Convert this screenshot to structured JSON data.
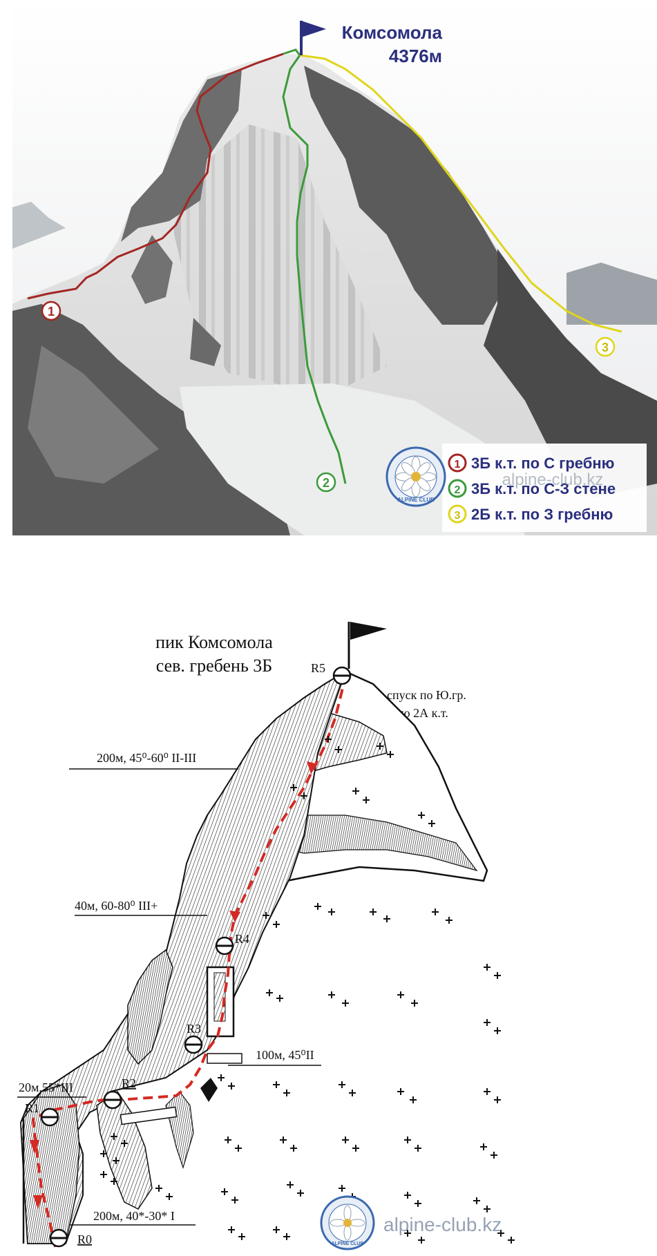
{
  "photo": {
    "peak_name": "Комсомола",
    "peak_height": "4376м",
    "route_markers": [
      "1",
      "2",
      "3"
    ],
    "legend": [
      {
        "num": "1",
        "label": "3Б к.т. по С гребню",
        "color": "#a32623"
      },
      {
        "num": "2",
        "label": "3Б к.т. по С-З стене",
        "color": "#3b9a3b"
      },
      {
        "num": "3",
        "label": "2Б к.т. по З гребню",
        "color": "#e0d51c"
      }
    ],
    "watermark": "alpine-club.kz",
    "logo_text": "ALPINE CLUB"
  },
  "topo": {
    "title_line1": "пик Комсомола",
    "title_line2": "сев. гребень 3Б",
    "descent_line1": "спуск по Ю.гр.",
    "descent_line2": "по 2А к.т.",
    "pitches": [
      "200м, 45⁰-60⁰ II-III",
      "40м, 60-80⁰ III+",
      "100м, 45⁰II",
      "20м,55*III",
      "200м, 40*-30* I"
    ],
    "stations": [
      "R0",
      "R1",
      "R2",
      "R3",
      "R4",
      "R5"
    ],
    "watermark": "alpine-club.kz",
    "logo_text": "ALPINE CLUB"
  },
  "colors": {
    "route_red": "#a32623",
    "route_green": "#3b9a3b",
    "route_yellow": "#e0d51c",
    "flag_navy": "#2b2f7e",
    "topo_route": "#d42a24"
  }
}
